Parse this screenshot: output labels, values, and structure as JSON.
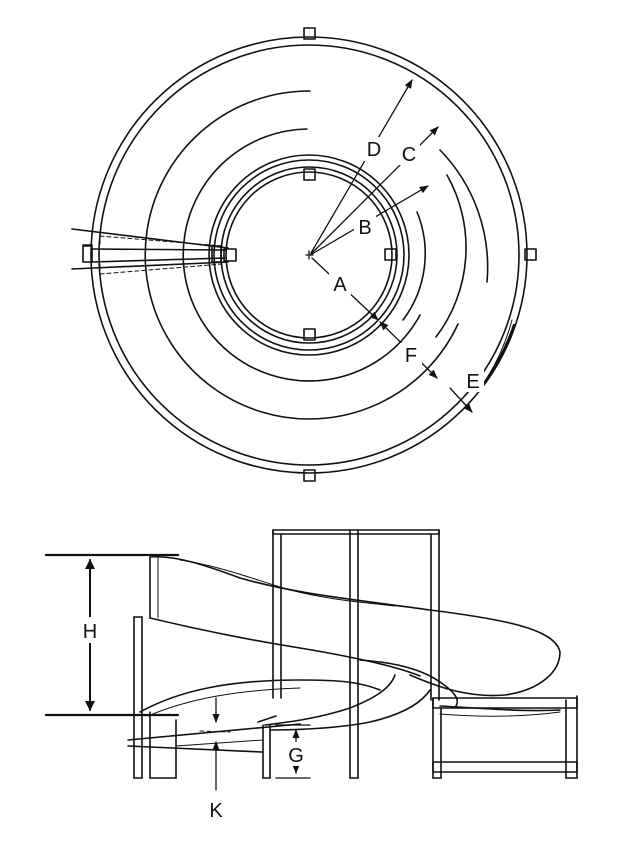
{
  "top_view": {
    "labels": {
      "A": "A",
      "B": "B",
      "C": "C",
      "D": "D",
      "E": "E",
      "F": "F"
    }
  },
  "side_view": {
    "labels": {
      "G": "G",
      "H": "H",
      "K": "K"
    }
  },
  "colors": {
    "line": "#111111",
    "background": "#ffffff"
  }
}
